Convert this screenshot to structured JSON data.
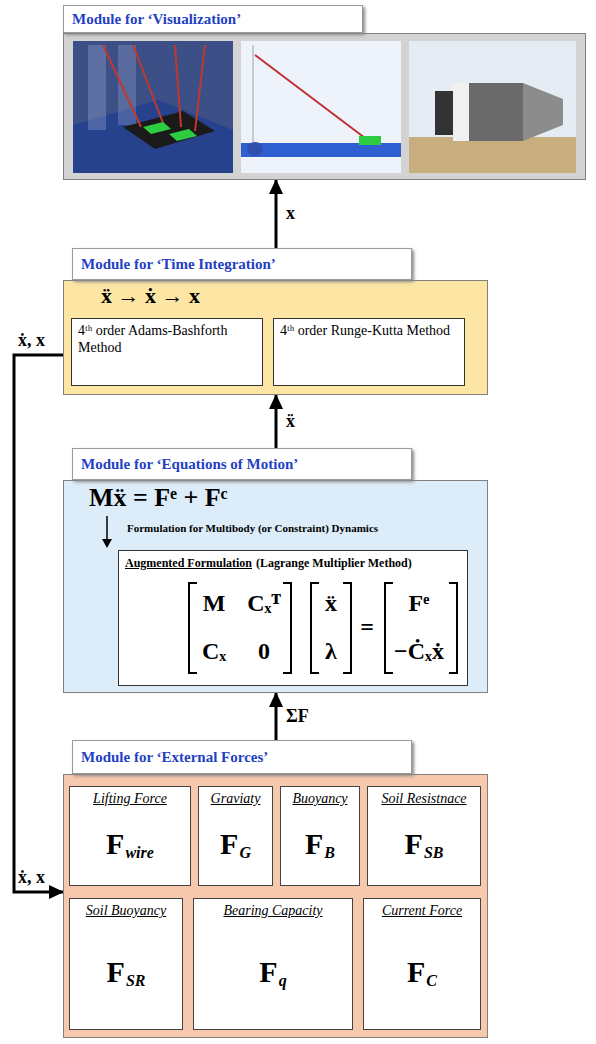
{
  "diagram": {
    "nodes": [
      {
        "text": [
          "Module for ‘Visualization’"
        ]
      },
      {
        "text": [
          "Module for ‘Time Integration’",
          "ẍ → ẋ → x"
        ]
      },
      {
        "text": [
          "4ᵗʰ order Adams-Bashforth Method"
        ],
        "in": 1
      },
      {
        "text": [
          "4ᵗʰ order Runge-Kutta Method"
        ],
        "in": 1
      },
      {
        "text": [
          "Module for ‘Equations of Motion’",
          "Mẍ = Fᵉ + Fᶜ",
          "Formulation for Multibody (or Constraint) Dynamics"
        ]
      },
      {
        "text": [
          "Augmented Formulation",
          "(Lagrange Multiplier Method)",
          "M",
          "Cₓᵀ",
          "ẍ",
          "=",
          "Fᵉ",
          "Cₓ",
          "0",
          "λ",
          "−Ċₓẋ"
        ],
        "in": 4
      },
      {
        "text": [
          "Module for ‘External Forces’"
        ]
      },
      {
        "text": [
          "Lifting Force",
          "F",
          "wire"
        ],
        "in": 6
      },
      {
        "text": [
          "Graviaty",
          "F",
          "G"
        ],
        "in": 6
      },
      {
        "text": [
          "Buoyancy",
          "F",
          "B"
        ],
        "in": 6
      },
      {
        "text": [
          "Soil Resistnace",
          "F",
          "SB"
        ],
        "in": 6
      },
      {
        "text": [
          "Soil Buoyancy",
          "F",
          "SR"
        ],
        "in": 6
      },
      {
        "text": [
          "Bearing Capacity",
          "F",
          "q"
        ],
        "in": 6
      },
      {
        "text": [
          "Current Force",
          "F",
          "C"
        ],
        "in": 6
      }
    ],
    "edges": [
      {
        "from": 1,
        "to": 0,
        "arrow": "to",
        "label": "x"
      },
      {
        "from": 4,
        "to": 1,
        "arrow": "to",
        "label": "ẍ"
      },
      {
        "from": 6,
        "to": 4,
        "arrow": "to",
        "label": "ΣF"
      },
      {
        "from": 1,
        "to": 6,
        "arrow": "to",
        "label": "ẋ, x"
      }
    ],
    "labels": [
      "ẋ, x"
    ]
  }
}
